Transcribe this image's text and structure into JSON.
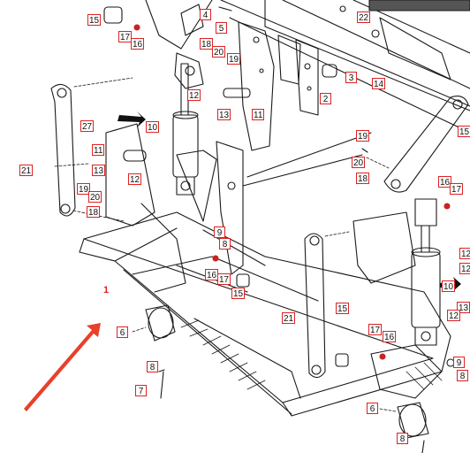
{
  "colors": {
    "ink": "#1a1a1a",
    "label_border": "#dd2222",
    "arrow": "#e8402a",
    "accent_part": "#cc2222"
  },
  "labels": [
    {
      "id": "l15a",
      "text": "15"
    },
    {
      "id": "l17a",
      "text": "17"
    },
    {
      "id": "l16a",
      "text": "16"
    },
    {
      "id": "l4",
      "text": "4"
    },
    {
      "id": "l5",
      "text": "5"
    },
    {
      "id": "l22",
      "text": "22"
    },
    {
      "id": "l18a",
      "text": "18"
    },
    {
      "id": "l20a",
      "text": "20"
    },
    {
      "id": "l19a",
      "text": "19"
    },
    {
      "id": "l3",
      "text": "3"
    },
    {
      "id": "l14",
      "text": "14"
    },
    {
      "id": "l2",
      "text": "2"
    },
    {
      "id": "l12a",
      "text": "12"
    },
    {
      "id": "l13a",
      "text": "13"
    },
    {
      "id": "l11a",
      "text": "11"
    },
    {
      "id": "l27",
      "text": "27"
    },
    {
      "id": "l10a",
      "text": "10"
    },
    {
      "id": "l11b",
      "text": "11"
    },
    {
      "id": "l13b",
      "text": "13"
    },
    {
      "id": "l12b",
      "text": "12"
    },
    {
      "id": "l21a",
      "text": "21"
    },
    {
      "id": "l19b",
      "text": "19"
    },
    {
      "id": "l20b",
      "text": "20"
    },
    {
      "id": "l18b",
      "text": "18"
    },
    {
      "id": "l19c",
      "text": "19"
    },
    {
      "id": "l20c",
      "text": "20"
    },
    {
      "id": "l18c",
      "text": "18"
    },
    {
      "id": "l15b",
      "text": "15"
    },
    {
      "id": "l16b",
      "text": "16"
    },
    {
      "id": "l17b",
      "text": "17"
    },
    {
      "id": "l9a",
      "text": "9"
    },
    {
      "id": "l8a",
      "text": "8"
    },
    {
      "id": "l16c",
      "text": "16"
    },
    {
      "id": "l17c",
      "text": "17"
    },
    {
      "id": "l15c",
      "text": "15"
    },
    {
      "id": "l21b",
      "text": "21"
    },
    {
      "id": "l15d",
      "text": "15"
    },
    {
      "id": "l10b",
      "text": "10"
    },
    {
      "id": "l12c",
      "text": "12"
    },
    {
      "id": "l12d",
      "text": "12"
    },
    {
      "id": "l13c",
      "text": "13"
    },
    {
      "id": "l12e",
      "text": "12"
    },
    {
      "id": "l17d",
      "text": "17"
    },
    {
      "id": "l16d",
      "text": "16"
    },
    {
      "id": "l9b",
      "text": "9"
    },
    {
      "id": "l8b",
      "text": "8"
    },
    {
      "id": "l6a",
      "text": "6"
    },
    {
      "id": "l8c",
      "text": "8"
    },
    {
      "id": "l7",
      "text": "7"
    },
    {
      "id": "l6b",
      "text": "6"
    },
    {
      "id": "l8d",
      "text": "8"
    }
  ],
  "pointer_label": "1"
}
